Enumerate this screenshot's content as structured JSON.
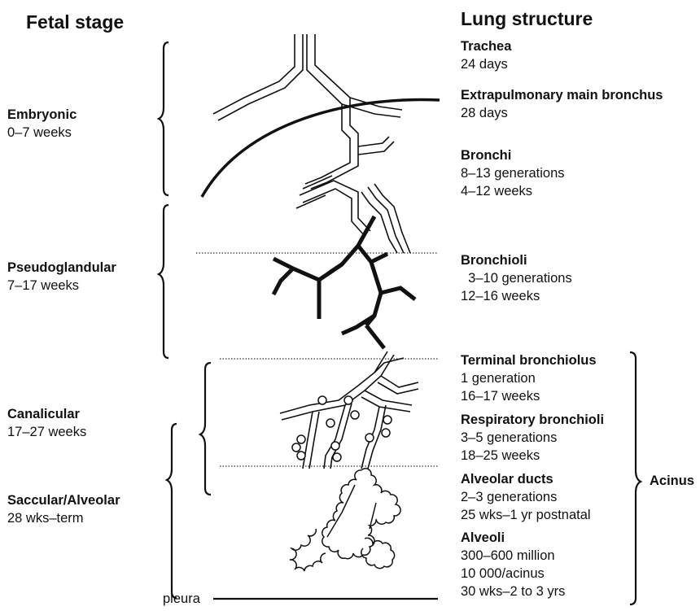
{
  "headers": {
    "fetal_stage": "Fetal stage",
    "lung_structure": "Lung structure"
  },
  "stages": [
    {
      "name": "Embryonic",
      "period": "0–7 weeks"
    },
    {
      "name": "Pseudoglandular",
      "period": "7–17 weeks"
    },
    {
      "name": "Canalicular",
      "period": "17–27 weeks"
    },
    {
      "name": "Saccular/Alveolar",
      "period": "28 wks–term"
    }
  ],
  "structures": [
    {
      "name": "Trachea",
      "lines": [
        "24 days"
      ]
    },
    {
      "name": "Extrapulmonary main bronchus",
      "lines": [
        "28 days"
      ]
    },
    {
      "name": "Bronchi",
      "lines": [
        "8–13 generations",
        "4–12 weeks"
      ]
    },
    {
      "name": "Bronchioli",
      "lines": [
        "  3–10 generations",
        "12–16 weeks"
      ]
    },
    {
      "name": "Terminal bronchiolus",
      "lines": [
        "1 generation",
        "16–17 weeks"
      ]
    },
    {
      "name": "Respiratory bronchioli",
      "lines": [
        "3–5 generations",
        "18–25 weeks"
      ]
    },
    {
      "name": "Alveolar ducts",
      "lines": [
        "2–3 generations",
        "25 wks–1 yr postnatal"
      ]
    },
    {
      "name": "Alveoli",
      "lines": [
        "300–600 million",
        "10 000/acinus",
        "30 wks–2 to 3 yrs"
      ]
    }
  ],
  "acinus_label": "Acinus",
  "pleura_label": "pleura",
  "colors": {
    "ink": "#111111",
    "background": "#ffffff"
  }
}
